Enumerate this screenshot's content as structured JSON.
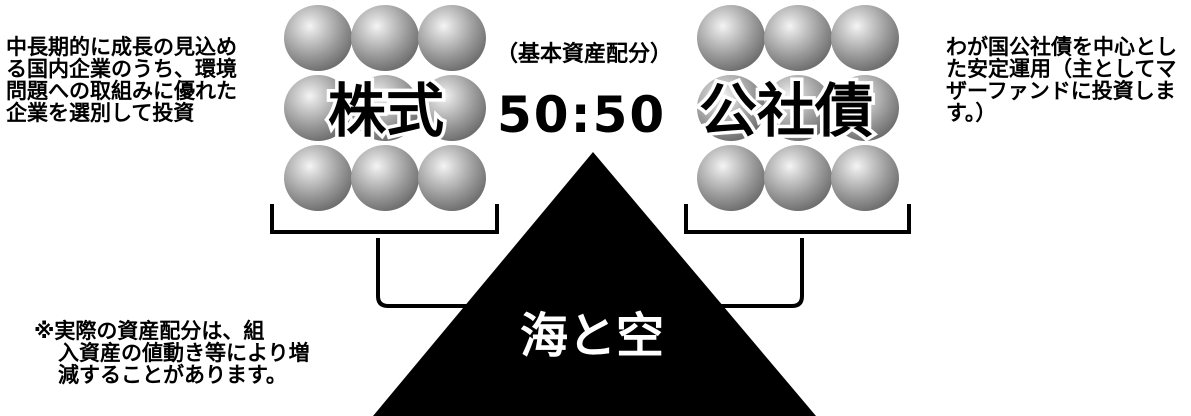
{
  "left_description": "中長期的に成長の見込める国内企業のうち、環境問題への取組みに優れた企業を選別して投資",
  "right_description": "わが国公社債を中心とした安定運用（主としてマザーファンドに投資します。）",
  "ratio_label": "（基本資産配分）",
  "ratio": "50:50",
  "left_asset": "株式",
  "right_asset": "公社債",
  "fund_name": "海と空",
  "note_line1": "※実際の資産配分は、組",
  "note_rest": "入資産の値動き等により増減することがあります。",
  "colors": {
    "ball_light": "#e8e8e8",
    "ball_mid": "#a8a8a8",
    "ball_dark": "#6a6a6a",
    "triangle": "#000000"
  }
}
